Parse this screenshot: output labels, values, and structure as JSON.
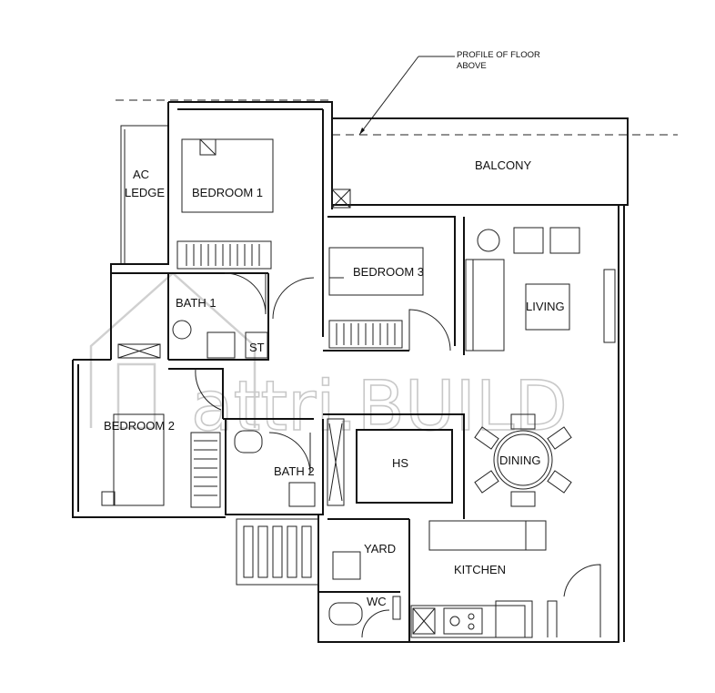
{
  "annotation": {
    "line1": "PROFILE OF  FLOOR",
    "line2": "ABOVE"
  },
  "rooms": {
    "ac_ledge_line1": "AC",
    "ac_ledge_line2": "LEDGE",
    "bedroom1": "BEDROOM 1",
    "balcony": "BALCONY",
    "bedroom3": "BEDROOM 3",
    "living": "LIVING",
    "bath1": "BATH 1",
    "st": "ST",
    "bedroom2": "BEDROOM 2",
    "bath2": "BATH 2",
    "hs": "HS",
    "dining": "DINING",
    "yard": "YARD",
    "kitchen": "KITCHEN",
    "wc": "WC"
  },
  "watermark": "attri.BUILD"
}
